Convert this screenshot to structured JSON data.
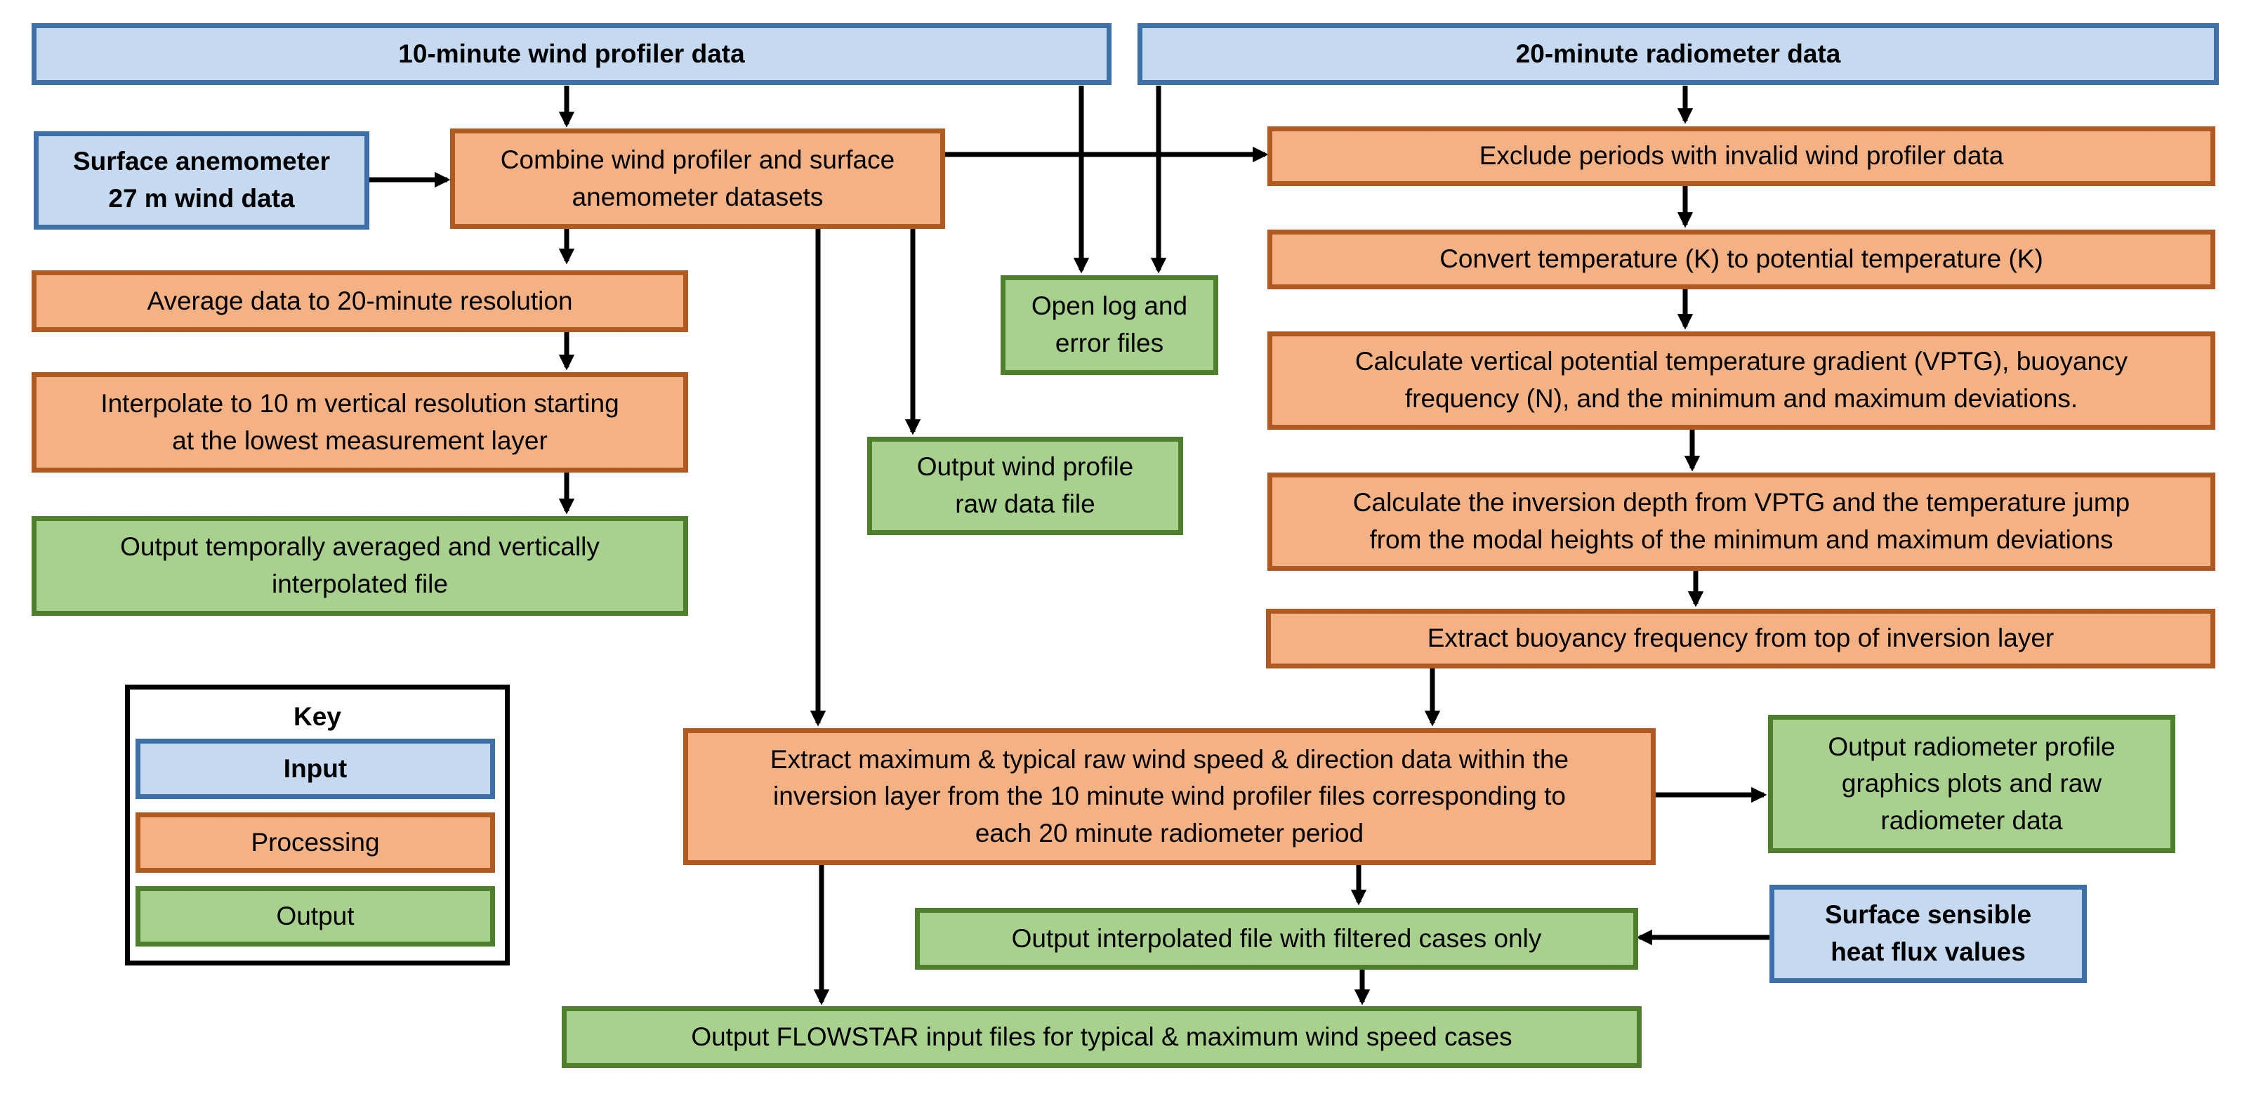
{
  "colors": {
    "input_fill": "#c5d9f1",
    "input_border": "#3e6fa8",
    "processing_fill": "#f4b183",
    "processing_border": "#b05a22",
    "output_fill": "#a9d18e",
    "output_border": "#4d7f2c",
    "arrow": "#000000"
  },
  "inputs": {
    "wind_profiler": "10-minute wind profiler data",
    "radiometer": "20-minute radiometer data",
    "surface_anemometer": "Surface anemometer\n27 m wind data",
    "surface_heat_flux": "Surface sensible\nheat flux values"
  },
  "processing": {
    "combine": "Combine wind profiler and surface\nanemometer datasets",
    "average": "Average data to 20-minute resolution",
    "interpolate": "Interpolate to 10 m vertical resolution starting\nat the lowest measurement layer",
    "exclude": "Exclude periods with invalid wind profiler data",
    "convert": "Convert temperature (K) to potential temperature (K)",
    "calc_vptg": "Calculate vertical potential temperature gradient (VPTG), buoyancy\nfrequency (N), and the minimum and maximum deviations.",
    "calc_inversion": "Calculate the inversion depth from VPTG and the temperature jump\nfrom the modal heights of the minimum and maximum deviations",
    "extract_buoyancy": "Extract buoyancy frequency from top of inversion layer",
    "extract_wind": "Extract maximum & typical raw wind speed & direction data within the\ninversion layer from the 10 minute wind profiler files corresponding to\neach 20 minute radiometer period"
  },
  "outputs": {
    "log_files": "Open log and\nerror files",
    "wind_raw": "Output wind profile\nraw data file",
    "temporal_file": "Output temporally averaged and vertically\ninterpolated file",
    "radiometer_plots": "Output radiometer profile\ngraphics plots and raw\nradiometer data",
    "filtered_file": "Output interpolated file with filtered cases only",
    "flowstar": "Output FLOWSTAR input files for typical & maximum wind speed cases"
  },
  "key": {
    "title": "Key",
    "input": "Input",
    "processing": "Processing",
    "output": "Output"
  }
}
